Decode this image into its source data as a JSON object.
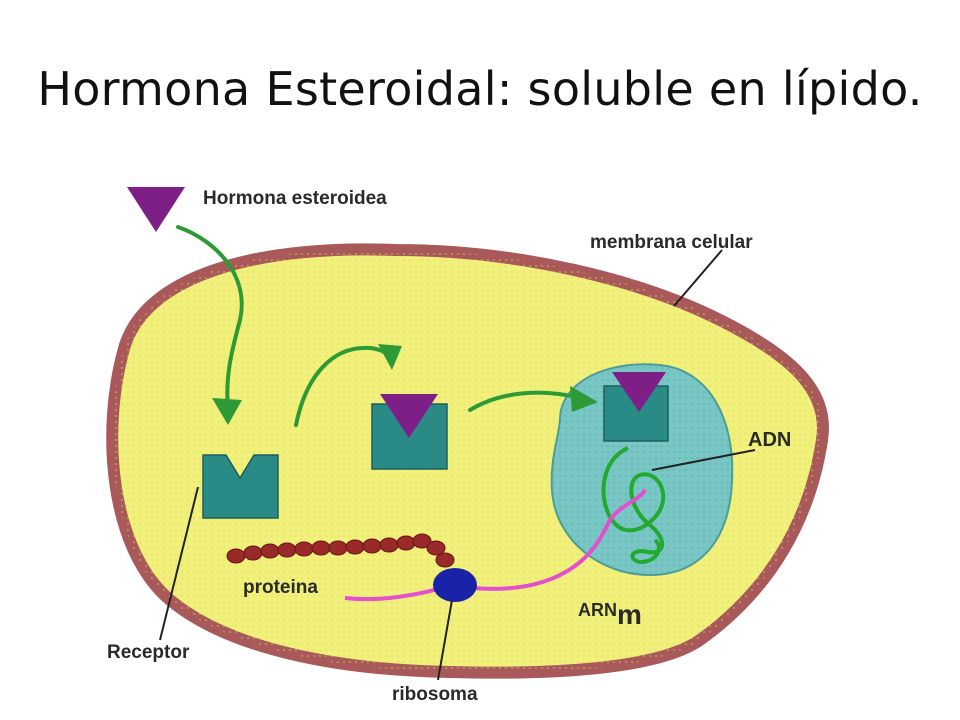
{
  "slide": {
    "title": "Hormona Esteroidal: soluble en lípido."
  },
  "diagram": {
    "labels": {
      "hormone": "Hormona esteroidea",
      "membrane": "membrana celular",
      "dna": "ADN",
      "rna": "ARN",
      "rna_sub": "m",
      "protein": "proteina",
      "receptor": "Receptor",
      "ribosome": "ribosoma"
    },
    "colors": {
      "cytoplasm": "#f1f07a",
      "membrane": "#a9595a",
      "nucleus": "#79c7c4",
      "receptor": "#2a8a85",
      "hormone": "#7d1f86",
      "arrow": "#2e9a35",
      "dna": "#23a930",
      "mrna": "#e24fcf",
      "protein": "#9a2a2a",
      "ribosome": "#1a23a8"
    }
  }
}
